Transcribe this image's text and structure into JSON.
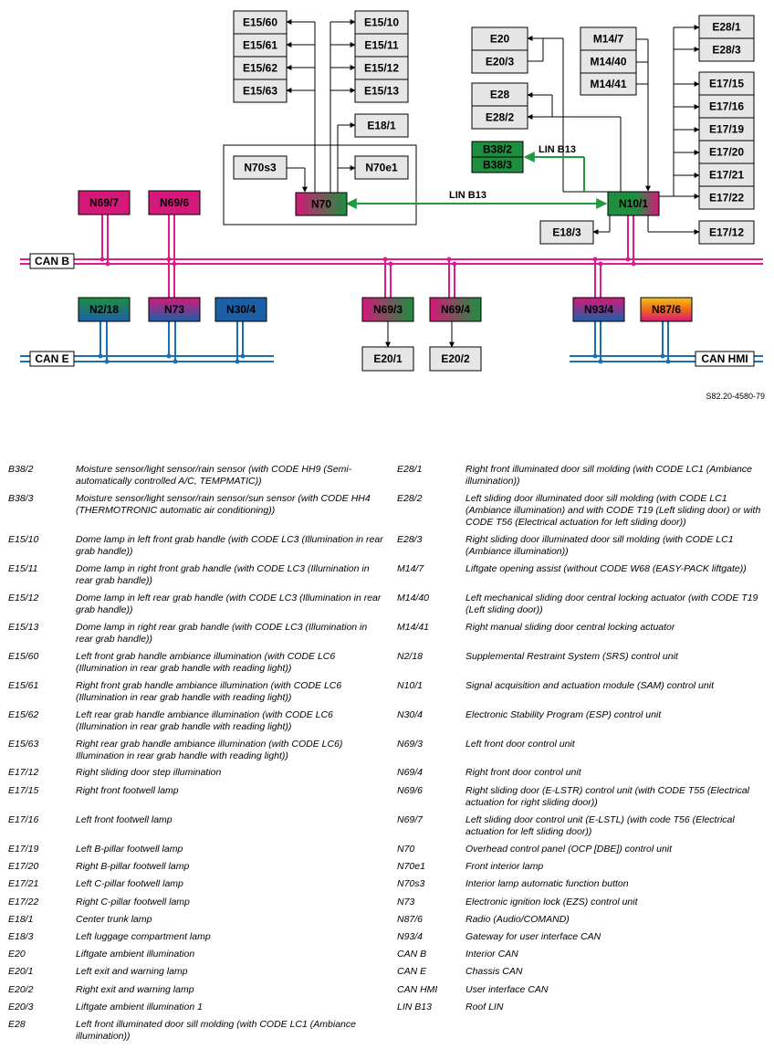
{
  "diagram": {
    "buses": {
      "can_b": "CAN B",
      "can_e": "CAN E",
      "can_hmi": "CAN HMI",
      "lin_1": "LIN B13",
      "lin_2": "LIN B13"
    },
    "boxes": [
      {
        "id": "E15/60",
        "style": "gray"
      },
      {
        "id": "E15/61",
        "style": "gray"
      },
      {
        "id": "E15/62",
        "style": "gray"
      },
      {
        "id": "E15/63",
        "style": "gray"
      },
      {
        "id": "E15/10",
        "style": "gray"
      },
      {
        "id": "E15/11",
        "style": "gray"
      },
      {
        "id": "E15/12",
        "style": "gray"
      },
      {
        "id": "E15/13",
        "style": "gray"
      },
      {
        "id": "E18/1",
        "style": "gray"
      },
      {
        "id": "N70s3",
        "style": "gray"
      },
      {
        "id": "N70e1",
        "style": "gray"
      },
      {
        "id": "N70",
        "style": "pink-green"
      },
      {
        "id": "E20",
        "style": "gray"
      },
      {
        "id": "E20/3",
        "style": "gray"
      },
      {
        "id": "E28",
        "style": "gray"
      },
      {
        "id": "E28/2",
        "style": "gray"
      },
      {
        "id": "B38/2",
        "style": "green"
      },
      {
        "id": "B38/3",
        "style": "green"
      },
      {
        "id": "M14/7",
        "style": "gray"
      },
      {
        "id": "M14/40",
        "style": "gray"
      },
      {
        "id": "M14/41",
        "style": "gray"
      },
      {
        "id": "E28/1",
        "style": "gray"
      },
      {
        "id": "E28/3",
        "style": "gray"
      },
      {
        "id": "E17/15",
        "style": "gray"
      },
      {
        "id": "E17/16",
        "style": "gray"
      },
      {
        "id": "E17/19",
        "style": "gray"
      },
      {
        "id": "E17/20",
        "style": "gray"
      },
      {
        "id": "E17/21",
        "style": "gray"
      },
      {
        "id": "E17/22",
        "style": "gray"
      },
      {
        "id": "N10/1",
        "style": "green-pink"
      },
      {
        "id": "E18/3",
        "style": "gray"
      },
      {
        "id": "E17/12",
        "style": "gray"
      },
      {
        "id": "N69/7",
        "style": "pink"
      },
      {
        "id": "N69/6",
        "style": "pink"
      },
      {
        "id": "N2/18",
        "style": "green-blue"
      },
      {
        "id": "N73",
        "style": "pink-blue"
      },
      {
        "id": "N30/4",
        "style": "blue"
      },
      {
        "id": "N69/3",
        "style": "pink-green"
      },
      {
        "id": "N69/4",
        "style": "pink-green"
      },
      {
        "id": "E20/1",
        "style": "gray"
      },
      {
        "id": "E20/2",
        "style": "gray"
      },
      {
        "id": "N93/4",
        "style": "pink-blue"
      },
      {
        "id": "N87/6",
        "style": "orange"
      }
    ],
    "figure_id": "S82.20-4580-79"
  },
  "colors": {
    "can_b": "#e0198c",
    "can_e": "#1a6fb5",
    "lin": "#1f9a3c",
    "gray_box": "#e6e6e6",
    "green": "#1e8f3e",
    "pink": "#d4197a",
    "blue": "#1d5fa6"
  },
  "legend_left": [
    {
      "code": "B38/2",
      "desc": "Moisture sensor/light sensor/rain sensor (with CODE HH9 (Semi-automatically controlled A/C, TEMPMATIC))"
    },
    {
      "code": "B38/3",
      "desc": "Moisture sensor/light sensor/rain sensor/sun sensor (with CODE HH4 (THERMOTRONIC automatic air conditioning))"
    },
    {
      "code": "E15/10",
      "desc": "Dome lamp in left front grab handle (with CODE LC3 (Illumination in rear grab handle))"
    },
    {
      "code": "E15/11",
      "desc": "Dome lamp in right front grab handle (with CODE LC3 (Illumination in rear grab handle))"
    },
    {
      "code": "E15/12",
      "desc": "Dome lamp in left rear grab handle (with CODE LC3 (Illumination in rear grab handle))"
    },
    {
      "code": "E15/13",
      "desc": "Dome lamp in right rear grab handle (with CODE LC3 (Illumination in rear grab handle))"
    },
    {
      "code": "E15/60",
      "desc": "Left front grab handle ambiance illumination (with CODE LC6 (Illumination in rear grab handle with reading light))"
    },
    {
      "code": "E15/61",
      "desc": "Right front grab handle ambiance illumination (with CODE LC6 (Illumination in rear grab handle with reading light))"
    },
    {
      "code": "E15/62",
      "desc": "Left rear grab handle ambiance illumination (with CODE LC6 (Illumination in rear grab handle with reading light))"
    },
    {
      "code": "E15/63",
      "desc": "Right rear grab handle ambiance illumination (with CODE LC6) Illumination in rear grab handle with reading light))"
    },
    {
      "code": "E17/12",
      "desc": "Right sliding door step illumination"
    },
    {
      "code": "E17/15",
      "desc": "Right front footwell lamp"
    },
    {
      "code": "E17/16",
      "desc": "Left front footwell lamp"
    },
    {
      "code": "E17/19",
      "desc": "Left B-pillar footwell lamp"
    },
    {
      "code": "E17/20",
      "desc": "Right B-pillar footwell lamp"
    },
    {
      "code": "E17/21",
      "desc": "Left C-pillar footwell lamp"
    },
    {
      "code": "E17/22",
      "desc": "Right C-pillar footwell lamp"
    },
    {
      "code": "E18/1",
      "desc": "Center trunk lamp"
    },
    {
      "code": "E18/3",
      "desc": "Left luggage compartment lamp"
    },
    {
      "code": "E20",
      "desc": "Liftgate ambient illumination"
    },
    {
      "code": "E20/1",
      "desc": "Left exit and warning lamp"
    },
    {
      "code": "E20/2",
      "desc": "Right exit and warning lamp"
    },
    {
      "code": "E20/3",
      "desc": "Liftgate ambient illumination 1"
    },
    {
      "code": "E28",
      "desc": "Left front illuminated door sill molding (with CODE LC1 (Ambiance illumination))"
    }
  ],
  "legend_right": [
    {
      "code": "E28/1",
      "desc": "Right front illuminated door sill molding (with CODE LC1 (Ambiance illumination))"
    },
    {
      "code": "E28/2",
      "desc": "Left sliding door illuminated door sill molding (with CODE LC1 (Ambiance illumination) and with CODE T19 (Left sliding door) or with CODE T56 (Electrical actuation for left sliding door))"
    },
    {
      "code": "E28/3",
      "desc": "Right sliding door illuminated door sill molding (with CODE LC1 (Ambiance illumination))"
    },
    {
      "code": "M14/7",
      "desc": "Liftgate opening assist (without CODE W68 (EASY-PACK liftgate))"
    },
    {
      "code": "M14/40",
      "desc": "Left mechanical sliding door central locking actuator (with CODE T19 (Left sliding door))"
    },
    {
      "code": "M14/41",
      "desc": "Right manual sliding door central locking actuator"
    },
    {
      "code": "N2/18",
      "desc": "Supplemental Restraint System (SRS) control unit"
    },
    {
      "code": "N10/1",
      "desc": "Signal acquisition and actuation module (SAM) control unit"
    },
    {
      "code": "N30/4",
      "desc": "Electronic Stability Program (ESP) control unit"
    },
    {
      "code": "N69/3",
      "desc": "Left front door control unit"
    },
    {
      "code": "N69/4",
      "desc": "Right front door control unit"
    },
    {
      "code": "N69/6",
      "desc": "Right sliding door (E-LSTR) control unit (with CODE T55 (Electrical actuation for right sliding door))"
    },
    {
      "code": "N69/7",
      "desc": "Left sliding door control unit (E-LSTL) (with code T56 (Electrical actuation for left sliding door))"
    },
    {
      "code": "N70",
      "desc": "Overhead control panel (OCP [DBE]) control unit"
    },
    {
      "code": "N70e1",
      "desc": "Front interior lamp"
    },
    {
      "code": "N70s3",
      "desc": "Interior lamp automatic function button"
    },
    {
      "code": "N73",
      "desc": "Electronic ignition lock (EZS) control unit"
    },
    {
      "code": "N87/6",
      "desc": "Radio (Audio/COMAND)"
    },
    {
      "code": "N93/4",
      "desc": "Gateway for user interface CAN"
    },
    {
      "code": "CAN B",
      "desc": "Interior CAN"
    },
    {
      "code": "CAN E",
      "desc": "Chassis CAN"
    },
    {
      "code": "CAN HMI",
      "desc": "User interface CAN"
    },
    {
      "code": "LIN B13",
      "desc": "Roof LIN"
    }
  ]
}
